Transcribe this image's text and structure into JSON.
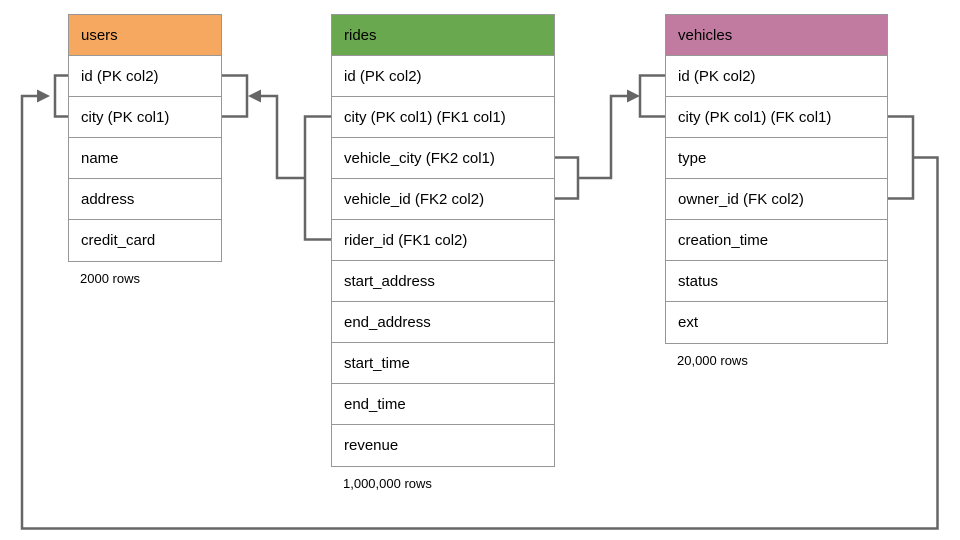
{
  "diagram": {
    "background_color": "#ffffff",
    "connector_color": "#666666",
    "table_border_color": "#979797",
    "tables": {
      "users": {
        "name": "users",
        "header_color": "#f6a860",
        "columns": [
          "id (PK col2)",
          "city (PK col1)",
          "name",
          "address",
          "credit_card"
        ],
        "row_count": "2000 rows"
      },
      "rides": {
        "name": "rides",
        "header_color": "#6aa84f",
        "columns": [
          "id (PK col2)",
          "city (PK col1) (FK1 col1)",
          "vehicle_city (FK2 col1)",
          "vehicle_id (FK2 col2)",
          "rider_id (FK1 col2)",
          "start_address",
          "end_address",
          "start_time",
          "end_time",
          "revenue"
        ],
        "row_count": "1,000,000 rows"
      },
      "vehicles": {
        "name": "vehicles",
        "header_color": "#c27ba0",
        "columns": [
          "id (PK col2)",
          "city (PK col1) (FK col1)",
          "type",
          "owner_id (FK col2)",
          "creation_time",
          "status",
          "ext"
        ],
        "row_count": "20,000 rows"
      }
    },
    "relationships": [
      {
        "name": "FK1",
        "from": "rides (city, rider_id)",
        "to": "users (id, city)"
      },
      {
        "name": "FK2",
        "from": "rides (vehicle_city, vehicle_id)",
        "to": "vehicles (id, city)"
      },
      {
        "name": "FK",
        "from": "vehicles (city, owner_id)",
        "to": "users (id, city)"
      }
    ]
  }
}
